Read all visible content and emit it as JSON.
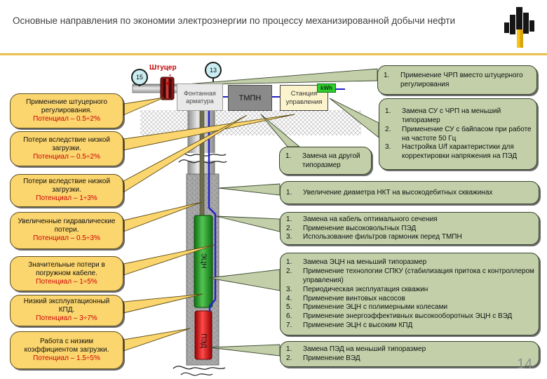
{
  "title": "Основные направления по экономии электроэнергии по процессу механизированной добычи нефти",
  "page_number": "14",
  "colors": {
    "accent_gold": "#E8B92B",
    "callout_yellow": "#FBD56E",
    "recommendation_green": "#C2CFA9",
    "potential_red": "#CC0000",
    "cable_blue": "#2121C8",
    "pump_green": "#2F9E2F",
    "motor_red": "#DD1111"
  },
  "left_callouts": [
    {
      "text": "Применение штуцерного регулирования.",
      "potential": "Потенциал – 0.5÷2%"
    },
    {
      "text": "Потери вследствие низкой загрузки.",
      "potential": "Потенциал – 0.5÷2%"
    },
    {
      "text": "Потери вследствие низкой загрузки.",
      "potential": "Потенциал – 1÷3%"
    },
    {
      "text": "Увеличенные гидравлические потери.",
      "potential": "Потенциал – 0.5÷3%"
    },
    {
      "text": "Значительные потери в погружном кабеле.",
      "potential": "Потенциал – 1÷5%"
    },
    {
      "text": "Низкий эксплуатационный КПД.",
      "potential": "Потенциал – 3÷7%"
    },
    {
      "text": "Работа с низким коэффициентом загрузки.",
      "potential": "Потенциал – 1.5÷5%"
    }
  ],
  "right_boxes": [
    {
      "items": [
        "Применение ЧРП вместо штуцерного регулирования"
      ]
    },
    {
      "items": [
        "Замена СУ с ЧРП на меньший типоразмер",
        "Применение СУ с байпасом при работе на частоте 50 Гц",
        "Настройка U/f характеристики для корректировки напряжения на ПЭД"
      ]
    },
    {
      "items": [
        "Замена на другой типоразмер"
      ]
    },
    {
      "items": [
        "Увеличение диаметра НКТ на высокодебитных скважинах"
      ]
    },
    {
      "items": [
        "Замена на кабель оптимального сечения",
        "Применение высоковольтных ПЭД",
        "Использование фильтров гармоник перед ТМПН"
      ]
    },
    {
      "items": [
        "Замена ЭЦН на меньший типоразмер",
        "Применение технологии СПКУ (стабилизация притока с контроллером управления)",
        "Периодическая эксплуатация скважин",
        "Применение винтовых насосов",
        "Применение ЭЦН с полимерными колесами",
        "Применение энергоэффективных высокооборотных ЭЦН с ВЭД",
        "Применение ЭЦН с высоким КПД"
      ]
    },
    {
      "items": [
        "Замена ПЭД на меньший типоразмер",
        "Применение ВЭД"
      ]
    }
  ],
  "diagram": {
    "choke_label": "Штуцер",
    "gauge_left": "15",
    "gauge_right": "13",
    "wellhead_label": "Фонтанная арматура",
    "transformer_label": "ТМПН",
    "control_station_label": "Станция управления",
    "meter_label": "kWh",
    "pump_label": "ЭЦН",
    "motor_label": "ПЭД"
  }
}
